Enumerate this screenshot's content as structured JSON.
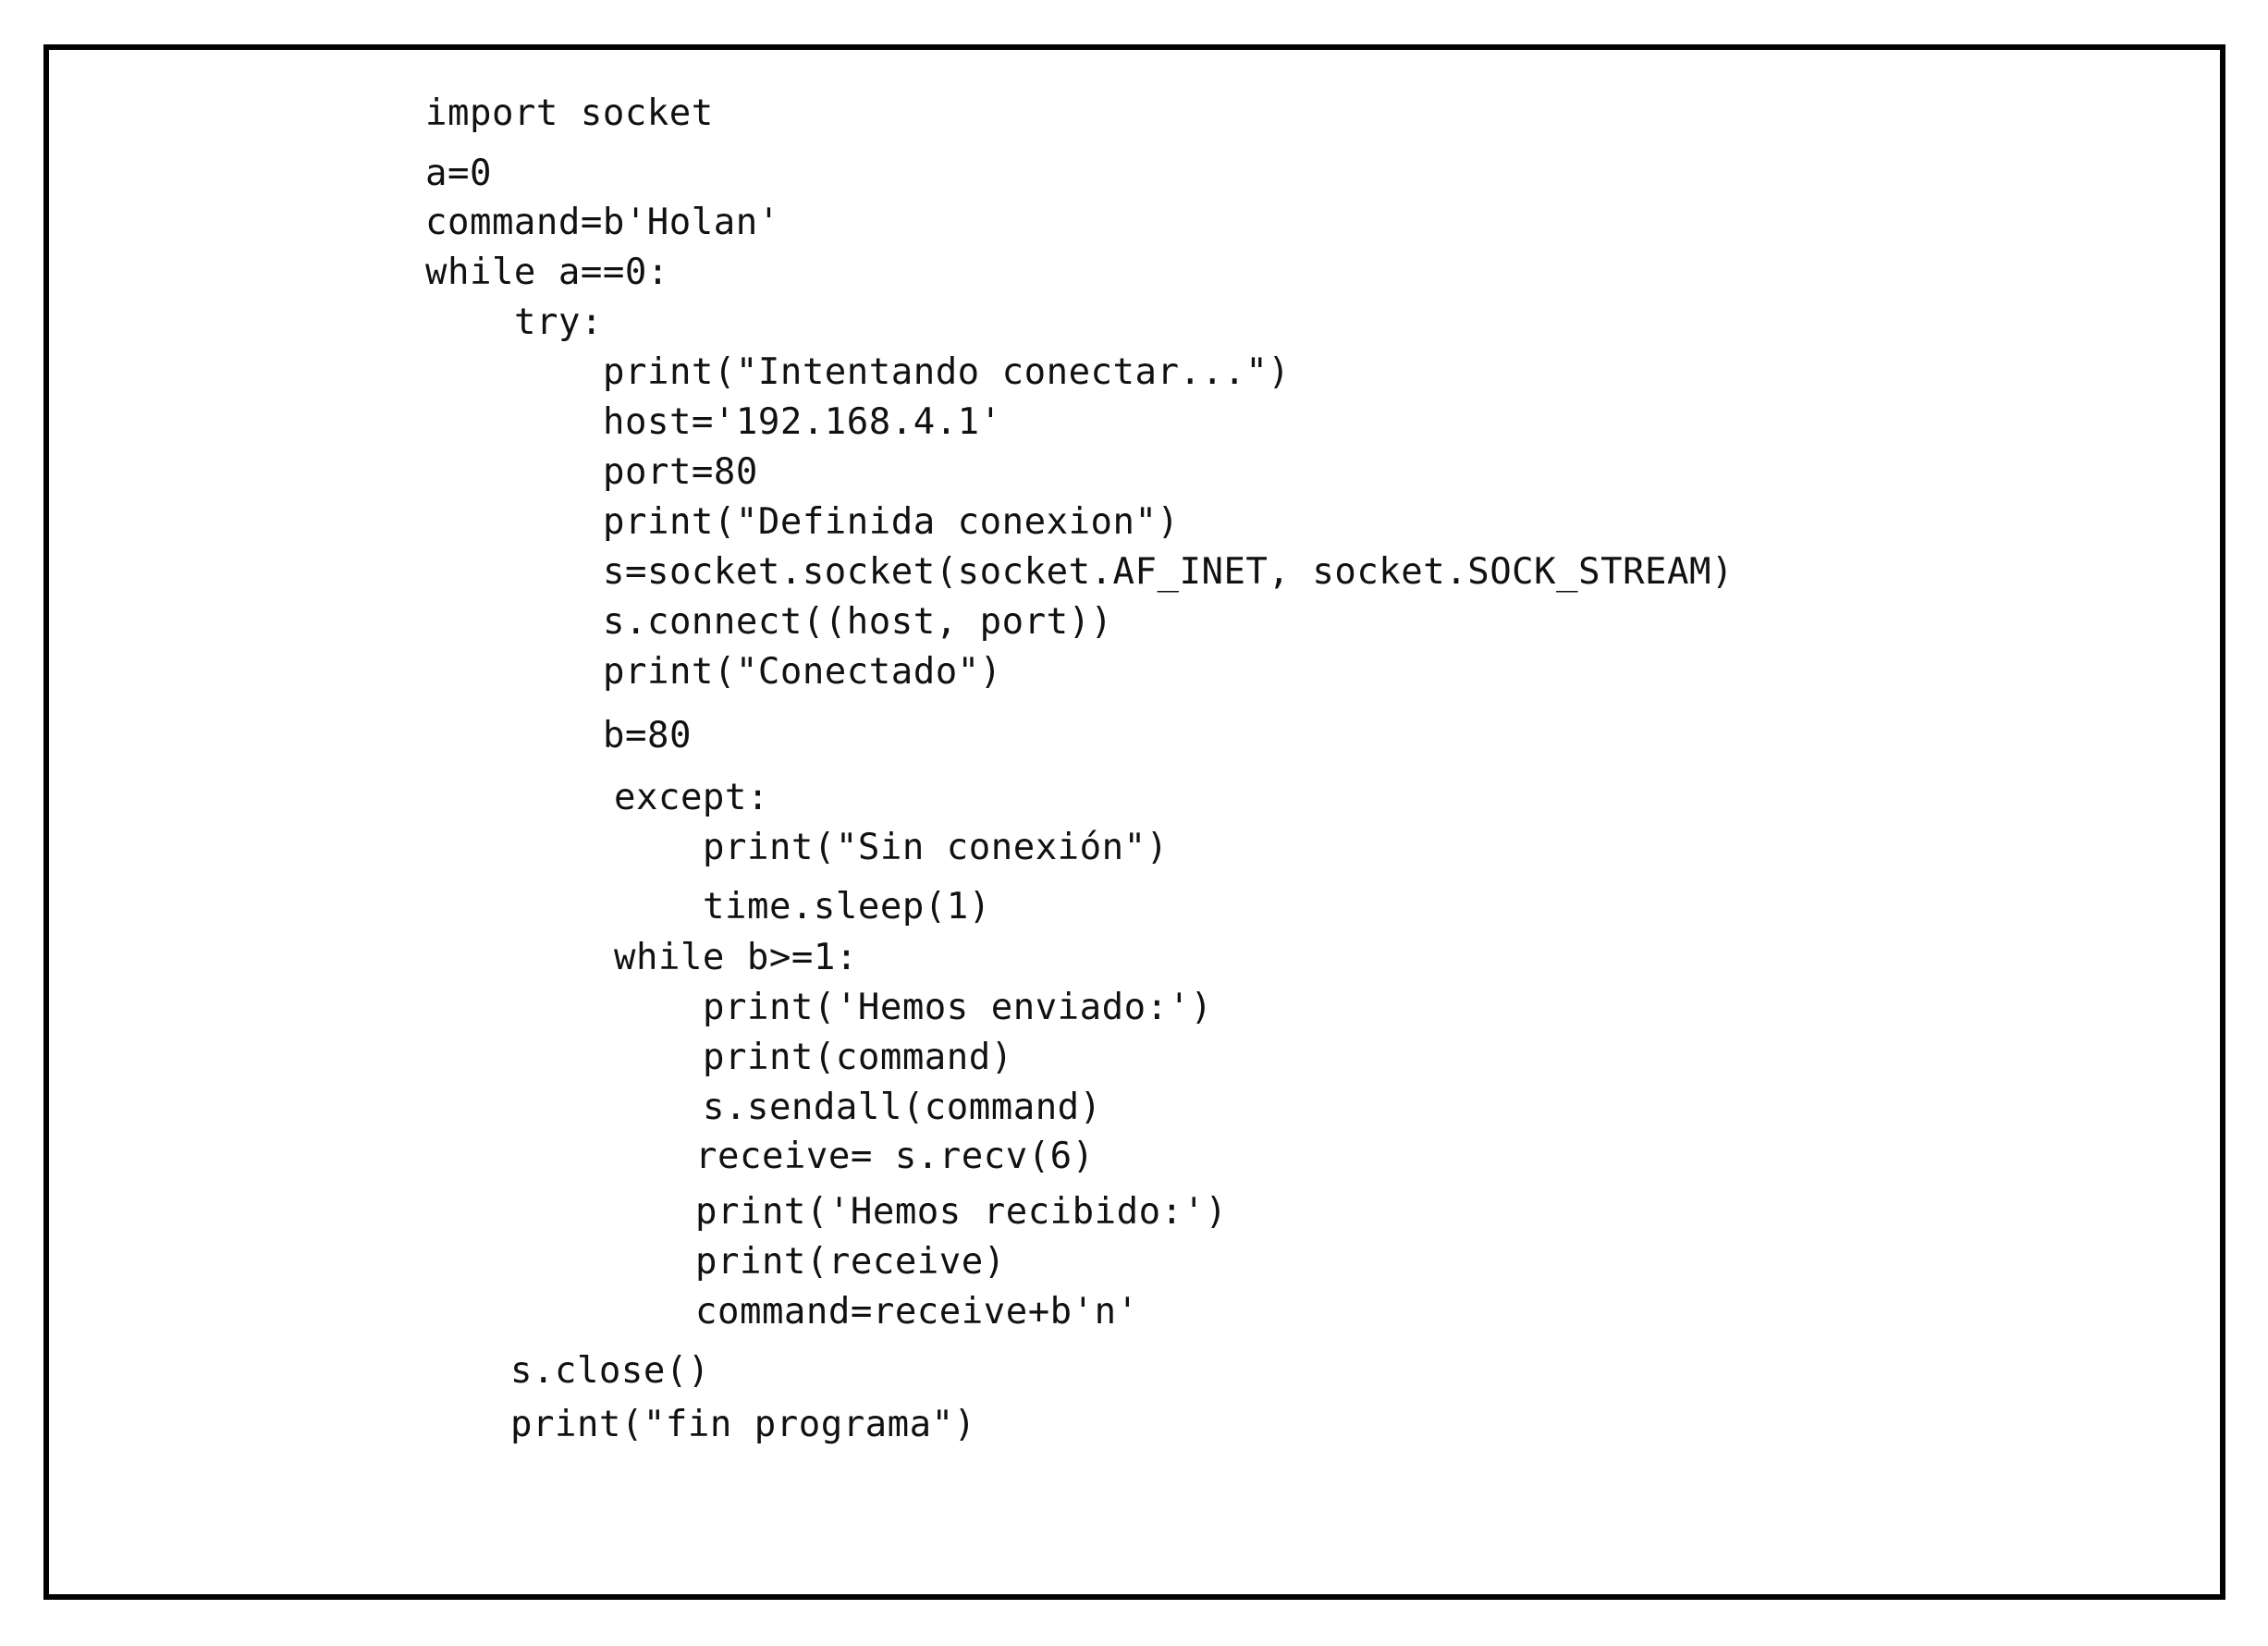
{
  "document": {
    "code_lines": [
      "import socket",
      "a=0",
      "command=b'Holan'",
      "while a==0:",
      "try:",
      "print(\"Intentando conectar...\")",
      "host='192.168.4.1'",
      "port=80",
      "print(\"Definida conexion\")",
      "s=socket.socket(socket.AF_INET, socket.SOCK_STREAM)",
      "s.connect((host, port))",
      "print(\"Conectado\")",
      "b=80",
      "except:",
      "print(\"Sin conexión\")",
      "time.sleep(1)",
      "while b>=1:",
      "print('Hemos enviado:')",
      "print(command)",
      "s.sendall(command)",
      "receive= s.recv(6)",
      "print('Hemos recibido:')",
      "print(receive)",
      "command=receive+b'n'",
      "s.close()",
      "print(\"fin programa\")"
    ]
  }
}
